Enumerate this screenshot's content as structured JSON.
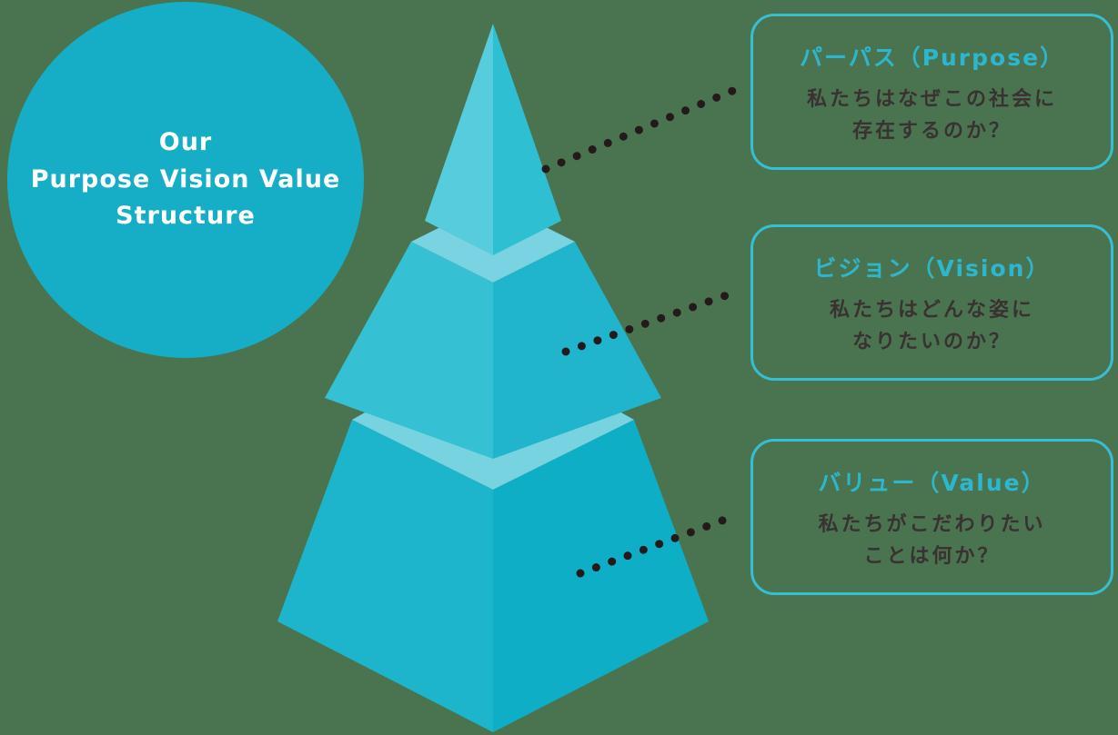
{
  "background_color": "#4A744F",
  "badge": {
    "line1": "Our",
    "line2": "Purpose Vision Value",
    "line3": "Structure",
    "bg_color": "#16AEC6",
    "text_color": "#FFFFFF"
  },
  "pyramid": {
    "tiers": [
      {
        "name": "Purpose",
        "left_face_color": "#56CCDD",
        "right_face_color": "#2FBFD3"
      },
      {
        "name": "Vision",
        "top_face_color": "#7AD3E0",
        "left_face_color": "#35C0D3",
        "right_face_color": "#20B5CC"
      },
      {
        "name": "Value",
        "top_face_color": "#78D3E0",
        "left_face_color": "#1CB5CC",
        "right_face_color": "#0FAEC7"
      }
    ]
  },
  "connectors": {
    "dot_color": "#241A1C"
  },
  "cards": [
    {
      "title": "パーパス（Purpose）",
      "line1": "私たちはなぜこの社会に",
      "line2": "存在するのか？"
    },
    {
      "title": "ビジョン（Vision）",
      "line1": "私たちはどんな姿に",
      "line2": "なりたいのか？"
    },
    {
      "title": "バリュー（Value）",
      "line1": "私たちがこだわりたい",
      "line2": "ことは何か？"
    }
  ],
  "card_style": {
    "bg_color": "#FFFFFF",
    "border_color": "#36BFD4",
    "title_color": "#2CB7CE",
    "body_color": "#3A3132"
  }
}
